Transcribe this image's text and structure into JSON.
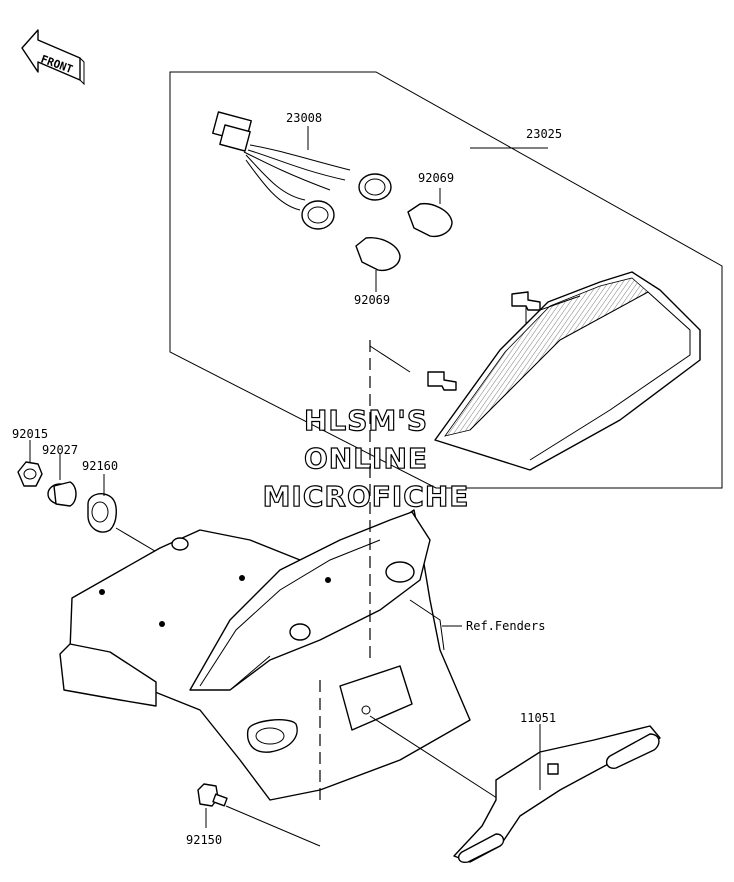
{
  "front_label": "FRONT",
  "watermark": [
    "HLSM'S",
    "ONLINE",
    "MICROFICHE"
  ],
  "callouts": {
    "p23008": "23008",
    "p23025": "23025",
    "p92069a": "92069",
    "p92069b": "92069",
    "p92015": "92015",
    "p92027": "92027",
    "p92160": "92160",
    "ref_fenders": "Ref.Fenders",
    "p11051": "11051",
    "p92150": "92150"
  }
}
